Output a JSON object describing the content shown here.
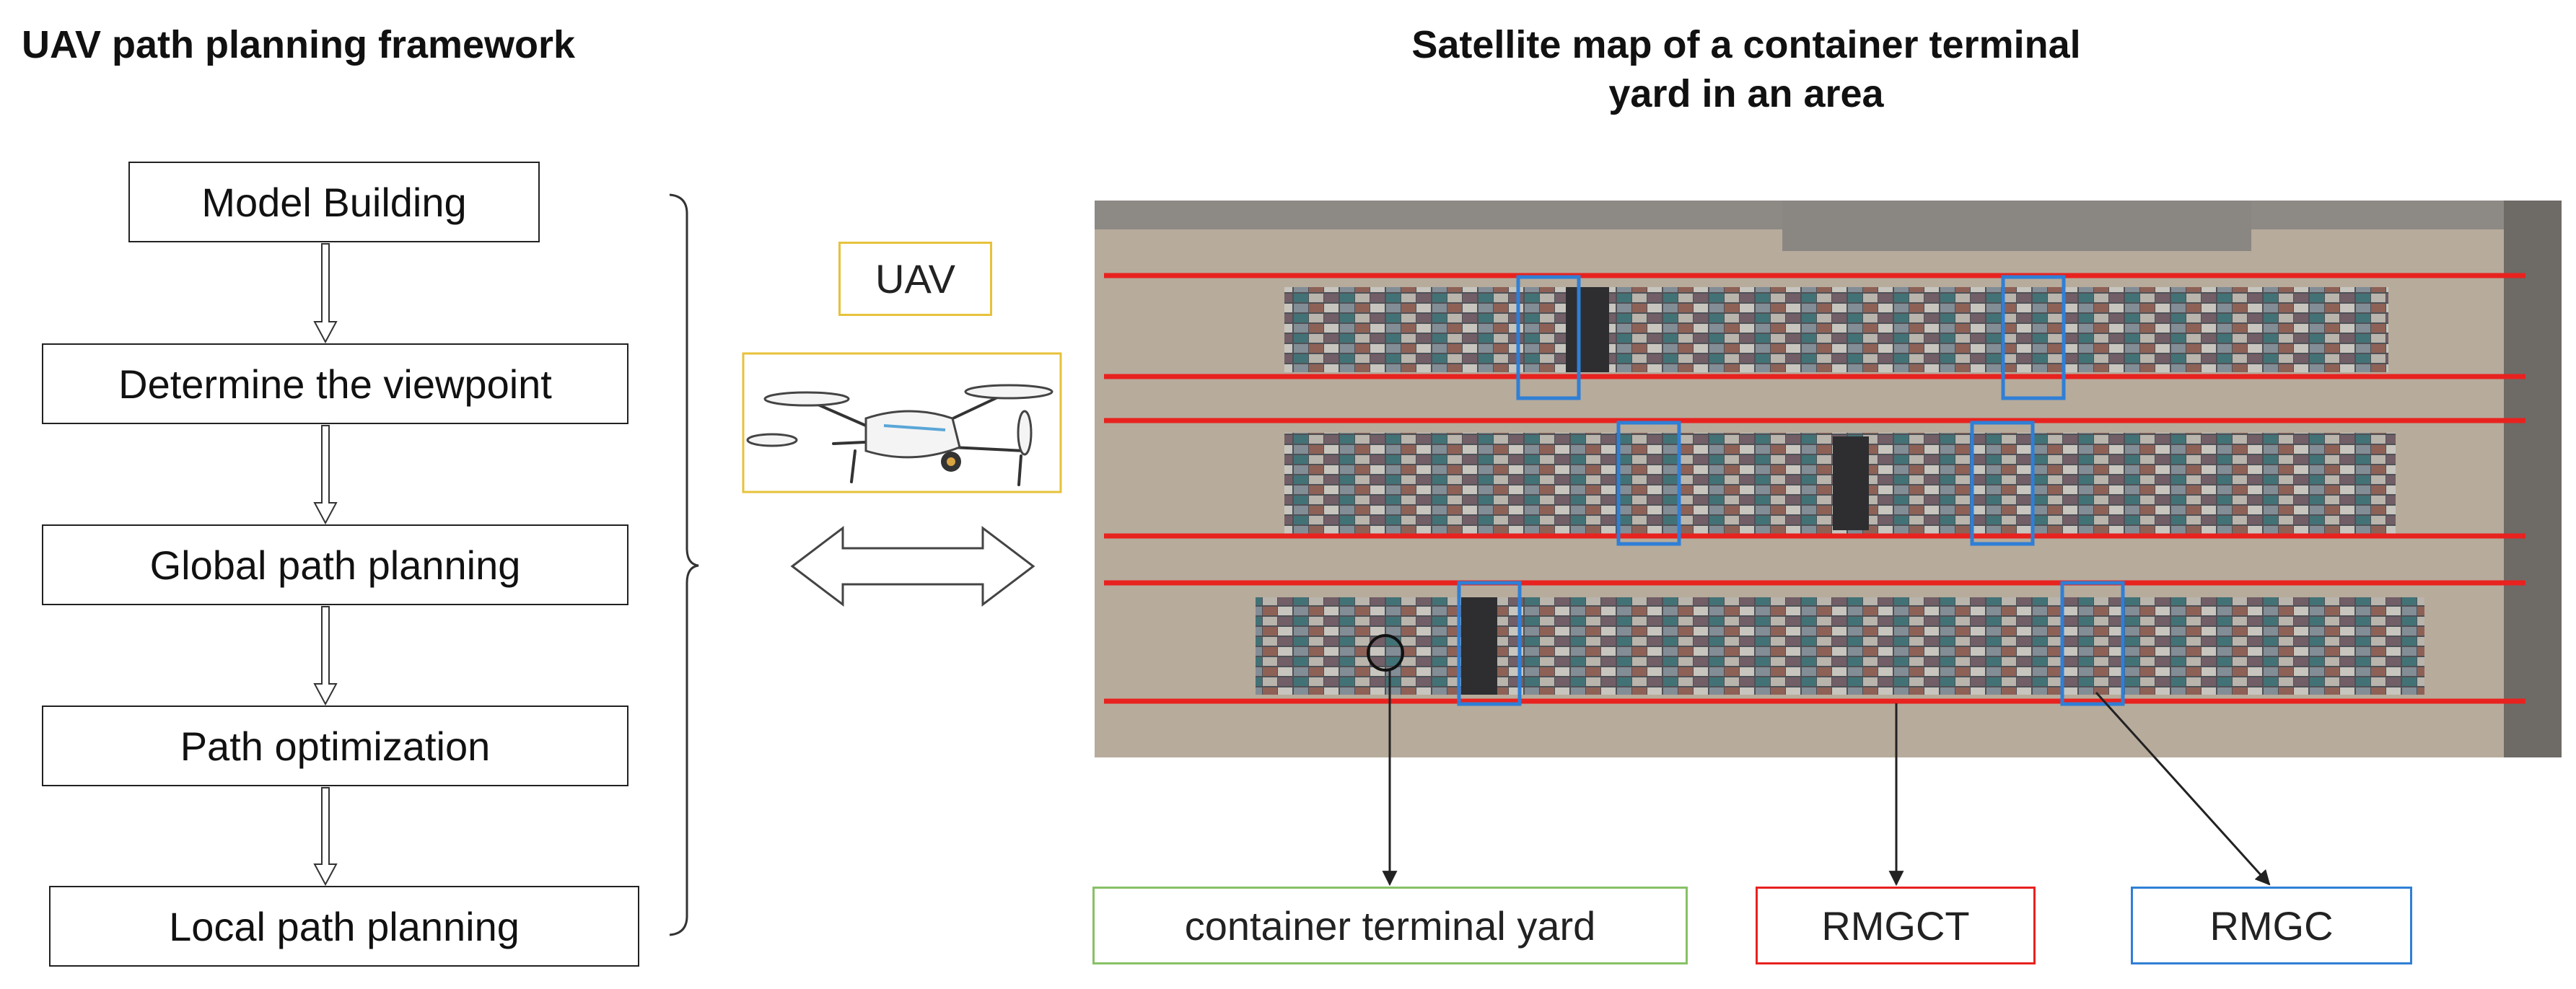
{
  "framework": {
    "title": "UAV path planning framework",
    "steps": [
      "Model Building",
      "Determine the viewpoint",
      "Global path planning",
      "Path optimization",
      "Local path planning"
    ]
  },
  "uav": {
    "label": "UAV"
  },
  "map": {
    "title_line1": "Satellite map of a container terminal",
    "title_line2": "yard in an area"
  },
  "legend": {
    "yard": "container terminal yard",
    "rmgct": "RMGCT",
    "rmgc": "RMGC"
  },
  "colors": {
    "uav_box": "#e7c23a",
    "rail_red": "#e8221f",
    "crane_blue": "#2f7fd6",
    "yard_green": "#86c166"
  }
}
